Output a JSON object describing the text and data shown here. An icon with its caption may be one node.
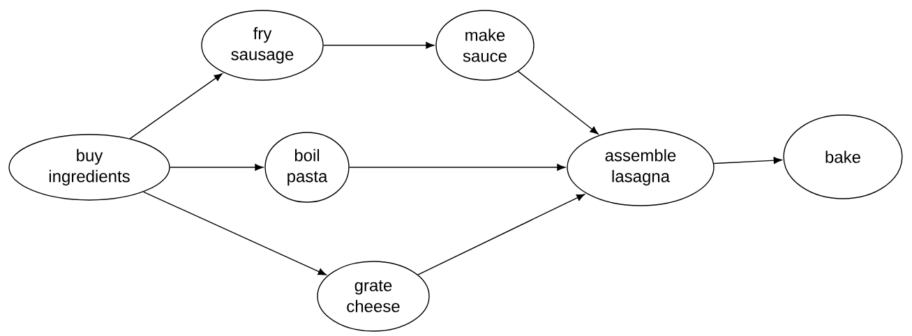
{
  "diagram": {
    "nodes": [
      {
        "text": [
          "buy ingredients"
        ]
      },
      {
        "text": [
          "fry sausage"
        ]
      },
      {
        "text": [
          "make sauce"
        ]
      },
      {
        "text": [
          "boil pasta"
        ]
      },
      {
        "text": [
          "grate cheese"
        ]
      },
      {
        "text": [
          "assemble lasagna"
        ]
      },
      {
        "text": [
          "bake"
        ]
      }
    ],
    "edges": [
      {
        "from": 0,
        "to": 1,
        "arrow": "to"
      },
      {
        "from": 0,
        "to": 3,
        "arrow": "to"
      },
      {
        "from": 0,
        "to": 4,
        "arrow": "to"
      },
      {
        "from": 1,
        "to": 2,
        "arrow": "to"
      },
      {
        "from": 2,
        "to": 5,
        "arrow": "to"
      },
      {
        "from": 3,
        "to": 5,
        "arrow": "to"
      },
      {
        "from": 4,
        "to": 5,
        "arrow": "to"
      },
      {
        "from": 5,
        "to": 6,
        "arrow": "to"
      }
    ]
  }
}
